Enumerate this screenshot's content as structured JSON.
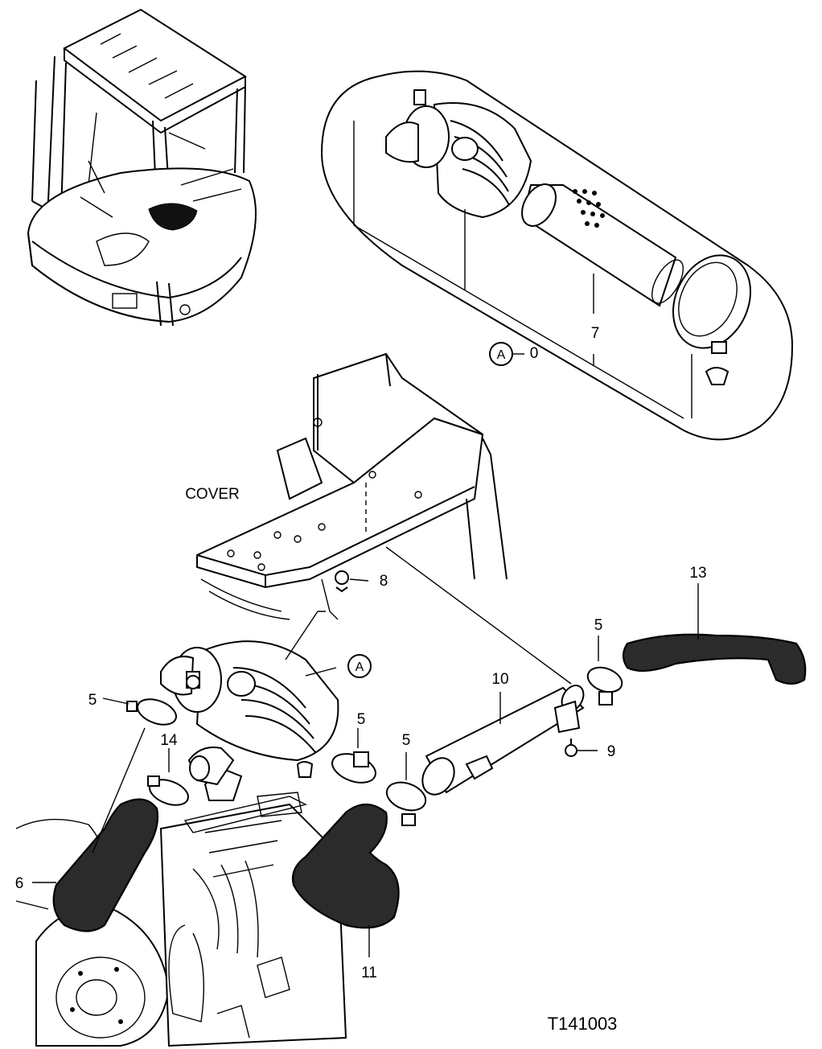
{
  "labels": {
    "cover": "COVER",
    "callout_a_detail": "A",
    "callout_a_main": "A",
    "part_0": "0",
    "part_7": "7",
    "part_5_left": "5",
    "part_5_mid": "5",
    "part_5_mid2": "5",
    "part_5_right": "5",
    "part_6": "6",
    "part_8": "8",
    "part_9": "9",
    "part_10": "10",
    "part_11": "11",
    "part_13": "13",
    "part_14": "14"
  },
  "figure_code": "T141003"
}
